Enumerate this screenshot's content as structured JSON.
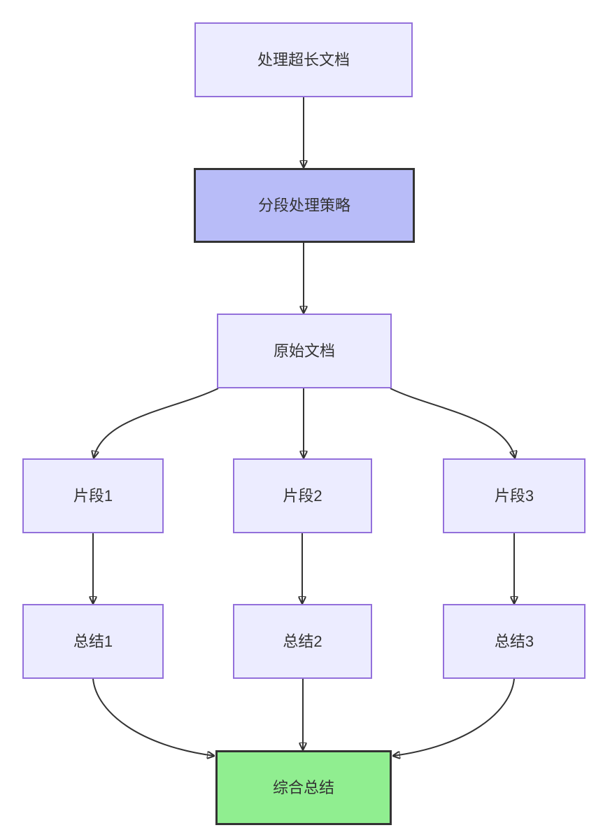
{
  "diagram": {
    "type": "flowchart",
    "direction": "top-down",
    "nodes": [
      {
        "id": "start",
        "label": "处理超长文档",
        "kind": "default"
      },
      {
        "id": "strategy",
        "label": "分段处理策略",
        "kind": "emphasis"
      },
      {
        "id": "doc",
        "label": "原始文档",
        "kind": "default"
      },
      {
        "id": "chunk1",
        "label": "片段1",
        "kind": "default"
      },
      {
        "id": "chunk2",
        "label": "片段2",
        "kind": "default"
      },
      {
        "id": "chunk3",
        "label": "片段3",
        "kind": "default"
      },
      {
        "id": "summary1",
        "label": "总结1",
        "kind": "default"
      },
      {
        "id": "summary2",
        "label": "总结2",
        "kind": "default"
      },
      {
        "id": "summary3",
        "label": "总结3",
        "kind": "default"
      },
      {
        "id": "final",
        "label": "综合总结",
        "kind": "result"
      }
    ],
    "edges": [
      {
        "from": "start",
        "to": "strategy"
      },
      {
        "from": "strategy",
        "to": "doc"
      },
      {
        "from": "doc",
        "to": "chunk1"
      },
      {
        "from": "doc",
        "to": "chunk2"
      },
      {
        "from": "doc",
        "to": "chunk3"
      },
      {
        "from": "chunk1",
        "to": "summary1"
      },
      {
        "from": "chunk2",
        "to": "summary2"
      },
      {
        "from": "chunk3",
        "to": "summary3"
      },
      {
        "from": "summary1",
        "to": "final"
      },
      {
        "from": "summary2",
        "to": "final"
      },
      {
        "from": "summary3",
        "to": "final"
      }
    ],
    "colors": {
      "node_fill": "#ECECFF",
      "node_border": "#9370DB",
      "emphasis_fill": "#B8BCF8",
      "emphasis_border": "#333333",
      "result_fill": "#90EE90",
      "result_border": "#333333",
      "edge": "#333333",
      "text": "#333333",
      "background": "#ffffff"
    }
  }
}
